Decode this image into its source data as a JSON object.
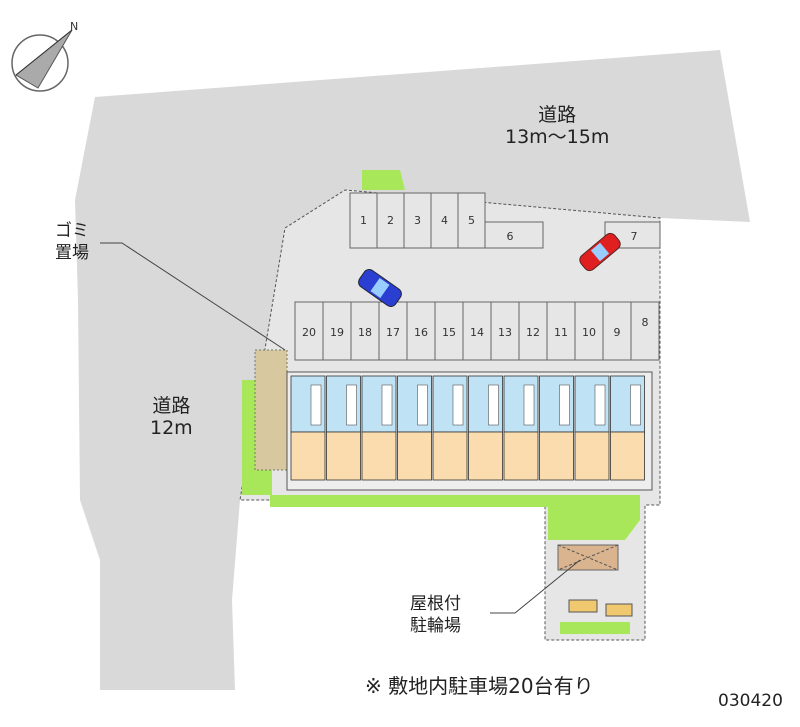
{
  "compass": {
    "north_label": "N"
  },
  "roads": {
    "north": {
      "name": "道路",
      "width": "13m～15m"
    },
    "west": {
      "name": "道路",
      "width": "12m"
    }
  },
  "facilities": {
    "garbage": {
      "line1": "ゴミ",
      "line2": "置場"
    },
    "bicycle": {
      "line1": "屋根付",
      "line2": "駐輪場"
    }
  },
  "parking": {
    "row_top": [
      "1",
      "2",
      "3",
      "4",
      "5"
    ],
    "slot_6": "6",
    "slot_7": "7",
    "row_main": [
      "20",
      "19",
      "18",
      "17",
      "16",
      "15",
      "14",
      "13",
      "12",
      "11",
      "10",
      "9",
      "8"
    ]
  },
  "building": {
    "units": 10
  },
  "footer": {
    "note": "※ 敷地内駐車場20台有り",
    "code": "030420"
  },
  "colors": {
    "road": "#d9d9d9",
    "lot": "#e6e6e6",
    "green": "#a8e65a",
    "unit_top": "#bfe3f5",
    "unit_bottom": "#fbdcae",
    "car_blue": "#2a3fd1",
    "car_red": "#e02020"
  }
}
